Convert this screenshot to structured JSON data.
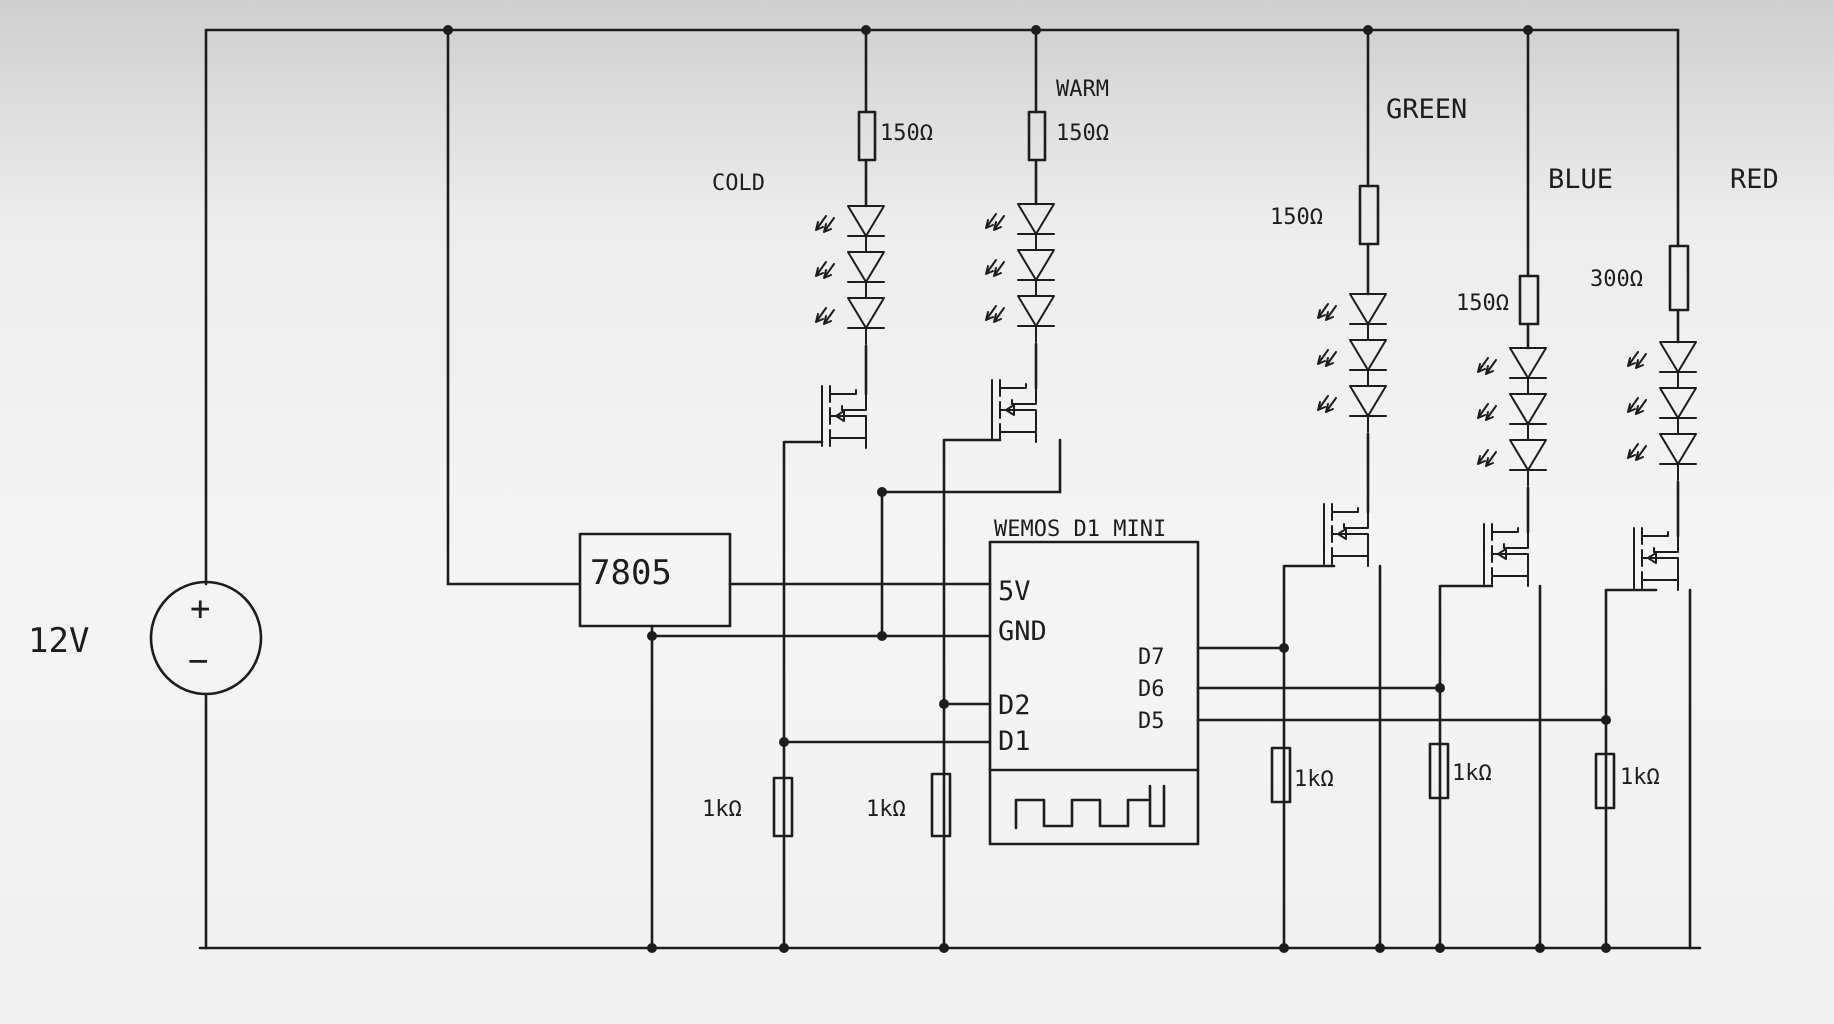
{
  "source": {
    "voltage": "12V",
    "plus": "+",
    "minus": "−"
  },
  "regulator": {
    "label": "7805"
  },
  "mcu": {
    "title": "WEMOS D1 MINI",
    "pins": {
      "5v": "5V",
      "gnd": "GND",
      "d2": "D2",
      "d1": "D1",
      "d7": "D7",
      "d6": "D6",
      "d5": "D5"
    }
  },
  "channels": [
    {
      "name": "COLD",
      "resistor": "150Ω",
      "pulldown": "1kΩ"
    },
    {
      "name": "WARM",
      "resistor": "150Ω",
      "pulldown": "1kΩ"
    },
    {
      "name": "GREEN",
      "resistor": "150Ω",
      "pulldown": "1kΩ"
    },
    {
      "name": "BLUE",
      "resistor": "150Ω",
      "pulldown": "1kΩ"
    },
    {
      "name": "RED",
      "resistor": "300Ω",
      "pulldown": "1kΩ"
    }
  ]
}
